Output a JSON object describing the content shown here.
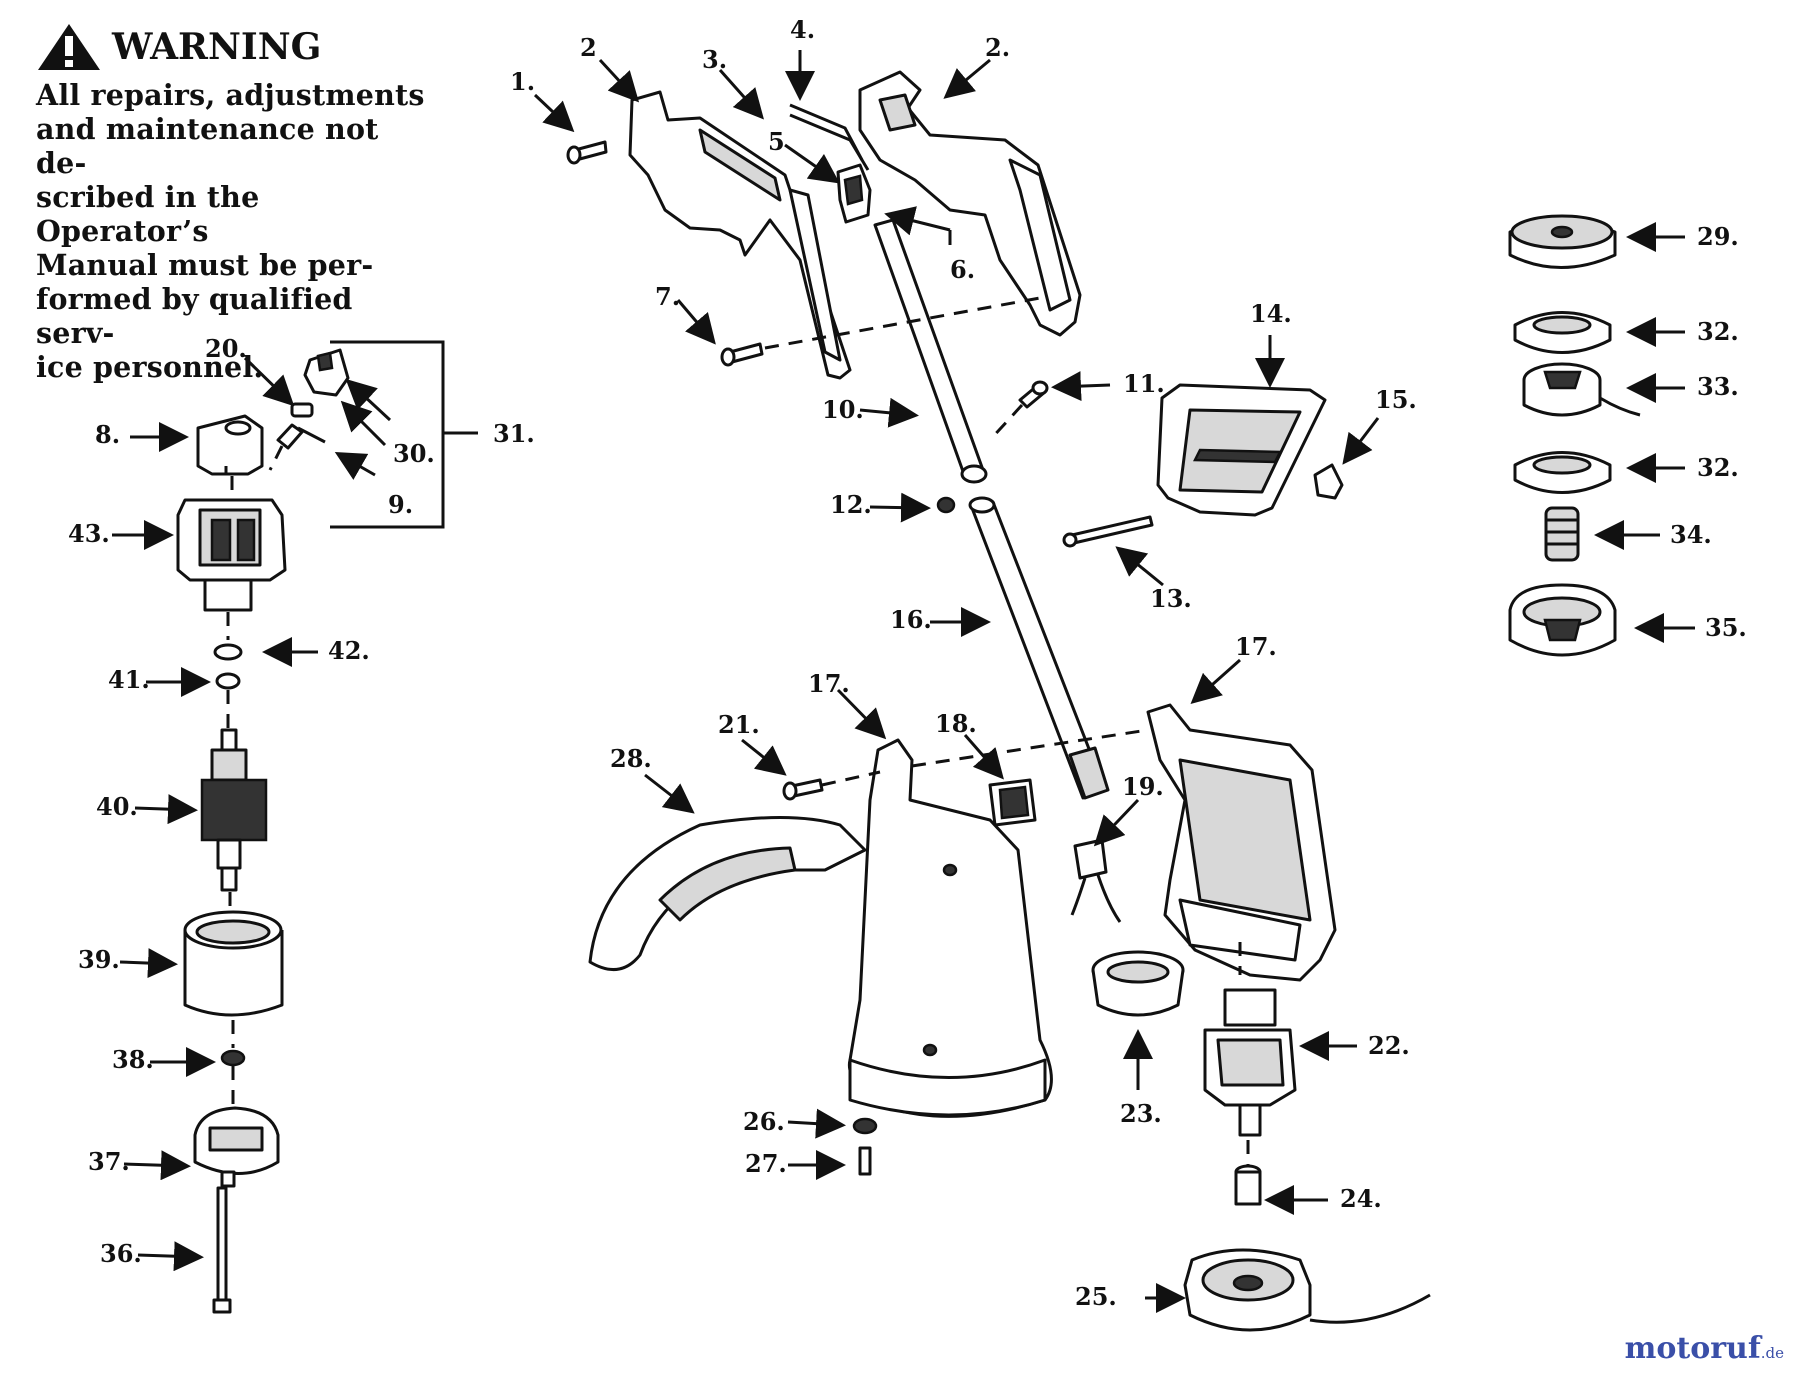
{
  "warning": {
    "heading": "WARNING",
    "lines": [
      "All repairs, adjustments",
      "and maintenance not de-",
      "scribed in the Operator’s",
      "Manual must be per-",
      "formed by qualified serv-",
      "ice personnel."
    ],
    "icon": "warning-triangle-icon"
  },
  "callouts": {
    "c1": "1.",
    "c2a": "2",
    "c2b": "2.",
    "c3": "3.",
    "c4": "4.",
    "c5": "5",
    "c6": "6.",
    "c7": "7.",
    "c8": "8.",
    "c9": "9.",
    "c10": "10.",
    "c11": "11.",
    "c12": "12.",
    "c13": "13.",
    "c14": "14.",
    "c15": "15.",
    "c16": "16.",
    "c17a": "17.",
    "c17b": "17.",
    "c18": "18.",
    "c19": "19.",
    "c20": "20.",
    "c21": "21.",
    "c22": "22.",
    "c23": "23.",
    "c24": "24.",
    "c25": "25.",
    "c26": "26.",
    "c27": "27.",
    "c28": "28.",
    "c29": "29.",
    "c30": "30.",
    "c31": "31.",
    "c32a": "32.",
    "c32b": "32.",
    "c33": "33.",
    "c34": "34.",
    "c35": "35.",
    "c36": "36.",
    "c37": "37.",
    "c38": "38.",
    "c39": "39.",
    "c40": "40.",
    "c41": "41.",
    "c42": "42.",
    "c43": "43."
  },
  "watermark": {
    "name": "motoruf",
    "suffix": ".de"
  }
}
